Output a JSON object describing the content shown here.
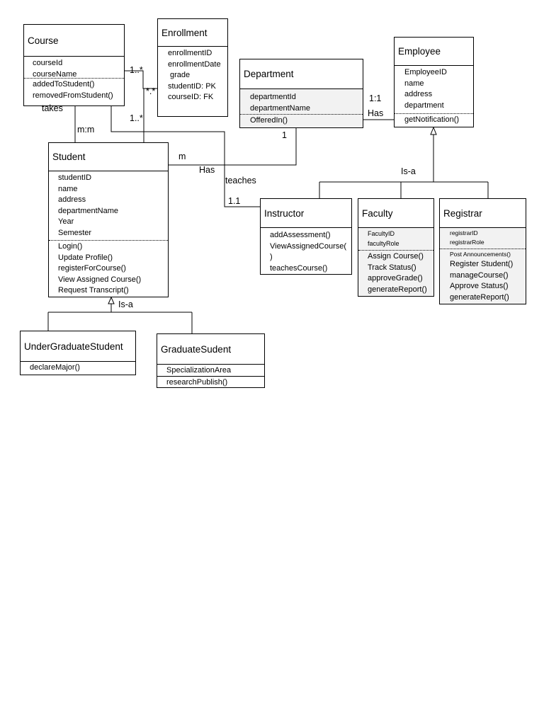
{
  "classes": {
    "course": {
      "name": "Course",
      "attrs": [
        "courseId",
        "courseName"
      ],
      "ops": [
        "addedToStudent()",
        "removedFromStudent()"
      ]
    },
    "enrollment": {
      "name": "Enrollment",
      "attrs": [
        "enrollmentID",
        "enrollmentDate",
        "grade",
        "studentID: PK",
        "courseID: FK"
      ]
    },
    "department": {
      "name": "Department",
      "attrs": [
        "departmentId",
        "departmentName"
      ],
      "ops": [
        "OfferedIn()"
      ]
    },
    "employee": {
      "name": "Employee",
      "attrs": [
        "EmployeeID",
        "name",
        "address",
        "department"
      ],
      "ops": [
        "getNotification()"
      ]
    },
    "student": {
      "name": "Student",
      "attrs": [
        "studentID",
        "name",
        "address",
        "departmentName",
        "Year",
        "Semester"
      ],
      "ops": [
        "Login()",
        "Update Profile()",
        "registerForCourse()",
        "View Assigned Course()",
        "Request Transcript()"
      ]
    },
    "instructor": {
      "name": "Instructor",
      "ops": [
        "addAssessment()",
        "ViewAssignedCourse(",
        ")",
        "teachesCourse()"
      ]
    },
    "faculty": {
      "name": "Faculty",
      "attrs": [
        "FacultyID",
        "facultyRole"
      ],
      "ops": [
        "Assign Course()",
        "Track Status()",
        "approveGrade()",
        "generateReport()"
      ]
    },
    "registrar": {
      "name": "Registrar",
      "attrs": [
        "registrarID",
        "registrarRole"
      ],
      "ops": [
        "Post Announcements()",
        "Register Student()",
        "manageCourse()",
        "Approve Status()",
        "generateReport()"
      ]
    },
    "undergrad": {
      "name": "UnderGraduateStudent",
      "ops": [
        "declareMajor()"
      ]
    },
    "graduate": {
      "name": "GraduateSudent",
      "attrs": [
        "SpecializationArea"
      ],
      "ops": [
        "researchPublish()"
      ]
    }
  },
  "labels": {
    "one_many_1": "1..*",
    "many_many": "*.*",
    "one_many_2": "1..*",
    "takes": "takes",
    "mm": "m:m",
    "m": "m",
    "has_student": "Has",
    "teaches": "teaches",
    "one_one_instr": "1.1",
    "one_dept": "1",
    "one_one_emp": "1:1",
    "has_emp": "Has",
    "isa_emp": "Is-a",
    "isa_student": "Is-a"
  }
}
